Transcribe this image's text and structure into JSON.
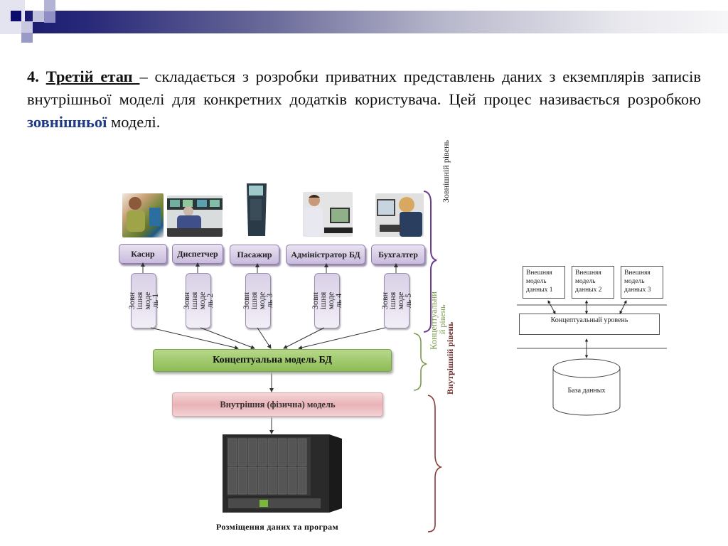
{
  "slide": {
    "header_accent_colors": [
      "#1a1a70",
      "#9a9ad0",
      "#c9c9e6"
    ],
    "paragraph": {
      "number": "4.",
      "term": "Третій етап ",
      "text_1": "– складається з розробки приватних представлень даних з екземплярів записів внутрішньої моделі для конкретних додатків користувача. Цей процес називається розробкою ",
      "highlight": "зовнішньої",
      "text_2": " моделі.",
      "highlight_color": "#1f3a8a"
    }
  },
  "left_diagram": {
    "photos": [
      {
        "name": "cashier-photo",
        "depicts": "woman at computer"
      },
      {
        "name": "dispatcher-photo",
        "depicts": "man at control room monitors"
      },
      {
        "name": "passenger-photo",
        "depicts": "self-service kiosk terminal"
      },
      {
        "name": "dba-photo",
        "depicts": "man at computer"
      },
      {
        "name": "accountant-photo",
        "depicts": "older woman at computer"
      }
    ],
    "roles": [
      "Касир",
      "Диспетчер",
      "Пасажир",
      "Адміністратор БД",
      "Бухгалтер"
    ],
    "external_models": [
      "Зовн\nішня\nмоде\nль 1",
      "Зовн\nішня\nмоде\nль 2",
      "Зовн\nішня\nмоде\nль 3",
      "Зовн\nішня\nмоде\nль 4",
      "Зовн\nішня\nмоде\nль 5"
    ],
    "conceptual_model": "Концептуальна модель БД",
    "internal_model": "Внутрішня (фізична) модель",
    "server_caption": "Розміщення даних та програм",
    "levels": {
      "external": "Зовнішній рівень",
      "conceptual_line1": "Концептуальни",
      "conceptual_line2": "й рівень",
      "internal": "Внутрішній рівень"
    },
    "bracket_colors": {
      "external": "#6a3d8f",
      "conceptual": "#7a9a4a",
      "internal": "#8a3a3a"
    }
  },
  "right_diagram": {
    "external_models": [
      "Внешняя\nмодель\nданных 1",
      "Внешняя\nмодель\nданных 2",
      "Внешняя\nмодель\nданных 3"
    ],
    "conceptual_level": "Концептуальный уровень",
    "database": "База данных"
  }
}
